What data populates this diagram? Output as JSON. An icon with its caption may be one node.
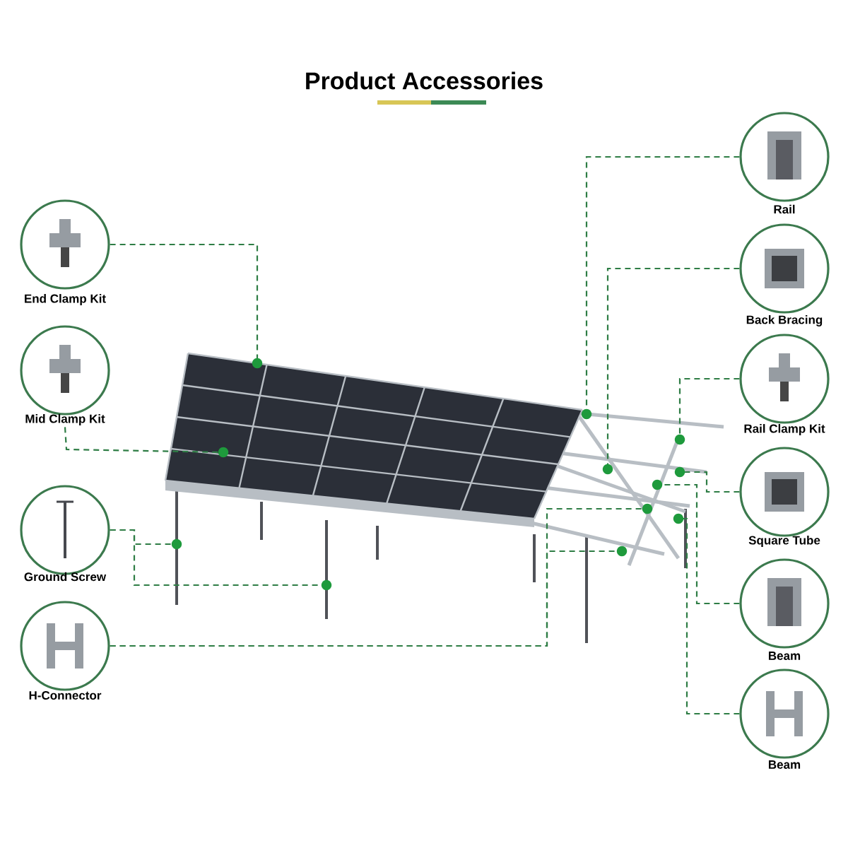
{
  "diagram": {
    "title": "Product Accessories",
    "nodes": [
      {
        "text": [
          "End Clamp Kit"
        ]
      },
      {
        "text": [
          "Mid Clamp Kit"
        ]
      },
      {
        "text": [
          "Ground Screw"
        ]
      },
      {
        "text": [
          "H-Connector"
        ]
      },
      {
        "text": [
          "Rail"
        ]
      },
      {
        "text": [
          "Back Bracing"
        ]
      },
      {
        "text": [
          "Rail Clamp Kit"
        ]
      },
      {
        "text": [
          "Square Tube"
        ]
      },
      {
        "text": [
          "Beam"
        ]
      },
      {
        "text": [
          "Beam"
        ]
      }
    ],
    "edges": [
      {
        "from": 0,
        "to": null,
        "arrow": "other",
        "style": "dashed"
      },
      {
        "from": 1,
        "to": null,
        "arrow": "other",
        "style": "dashed"
      },
      {
        "from": 2,
        "to": null,
        "arrow": "other",
        "style": "dashed"
      },
      {
        "from": 2,
        "to": null,
        "arrow": "other",
        "style": "dashed"
      },
      {
        "from": 3,
        "to": null,
        "arrow": "other",
        "style": "dashed"
      },
      {
        "from": 3,
        "to": null,
        "arrow": "other",
        "style": "dashed"
      },
      {
        "from": 4,
        "to": null,
        "arrow": "other",
        "style": "dashed"
      },
      {
        "from": 5,
        "to": null,
        "arrow": "other",
        "style": "dashed"
      },
      {
        "from": 6,
        "to": null,
        "arrow": "other",
        "style": "dashed"
      },
      {
        "from": 7,
        "to": null,
        "arrow": "other",
        "style": "dashed"
      },
      {
        "from": 8,
        "to": null,
        "arrow": "other",
        "style": "dashed"
      },
      {
        "from": 9,
        "to": null,
        "arrow": "other",
        "style": "dashed"
      }
    ]
  }
}
